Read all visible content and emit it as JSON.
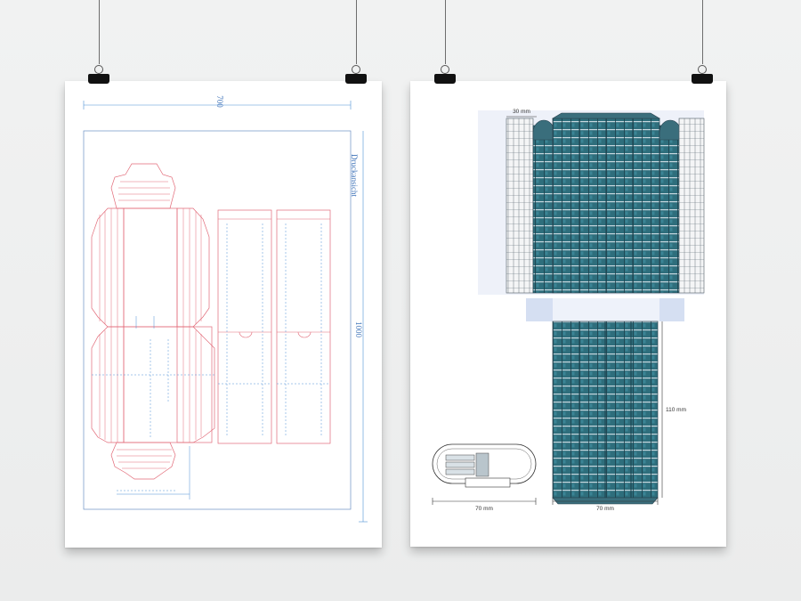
{
  "left_poster": {
    "dim_width": "700",
    "dim_height": "1000",
    "side_label": "Druckansicht"
  },
  "right_poster": {
    "dim_top": "30 mm",
    "dim_side": "110 mm",
    "dim_bottom_left": "70 mm",
    "dim_bottom_right": "70 mm"
  },
  "colors": {
    "cut_line": "#e26a78",
    "fold_line": "#4f8fd6",
    "glass": "#2e6e7c",
    "frame": "#28424f"
  }
}
